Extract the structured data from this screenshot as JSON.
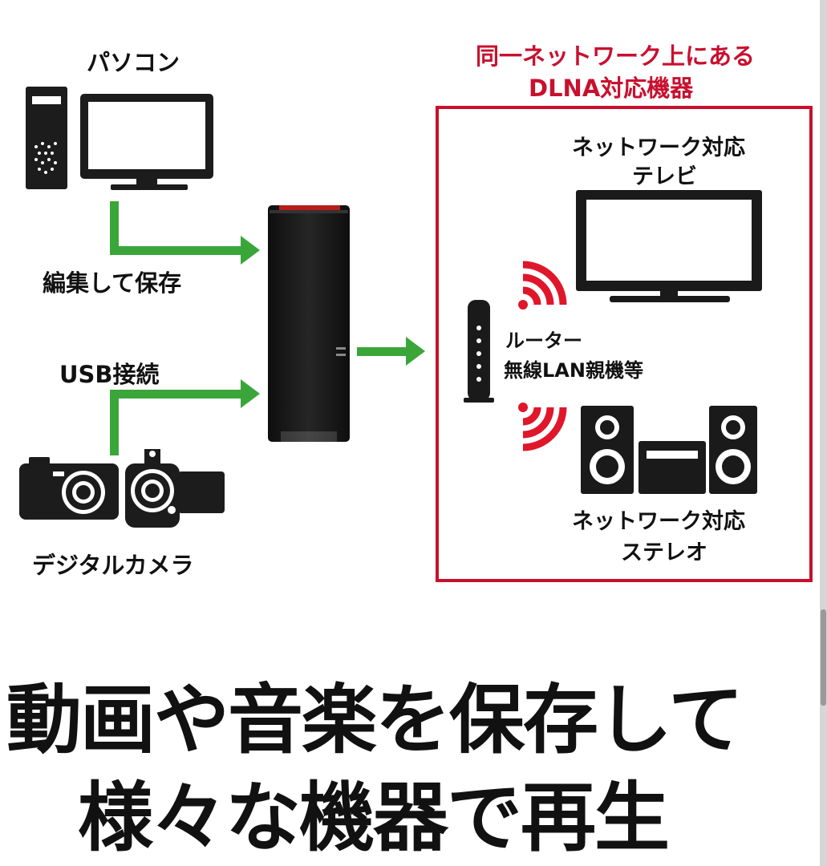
{
  "labels": {
    "pc": "パソコン",
    "edit_save": "編集して保存",
    "usb": "USB接続",
    "camera": "デジタルカメラ",
    "network_header_line1": "同一ネットワーク上にある",
    "network_header_line2": "DLNA対応機器",
    "tv_line1": "ネットワーク対応",
    "tv_line2": "テレビ",
    "router_line1": "ルーター",
    "router_line2": "無線LAN親機等",
    "stereo_line1": "ネットワーク対応",
    "stereo_line2": "ステレオ"
  },
  "headline": {
    "line1": "動画や音楽を保存して",
    "line2": "様々な機器で再生"
  },
  "icons": [
    "desktop-pc-icon",
    "nas-device-icon",
    "compact-camera-icon",
    "video-camera-icon",
    "router-icon",
    "tv-icon",
    "stereo-icon",
    "wifi-signal-icon"
  ],
  "colors": {
    "arrow": "#3aa63a",
    "accent": "#c8102e",
    "device": "#1a1a1a"
  }
}
